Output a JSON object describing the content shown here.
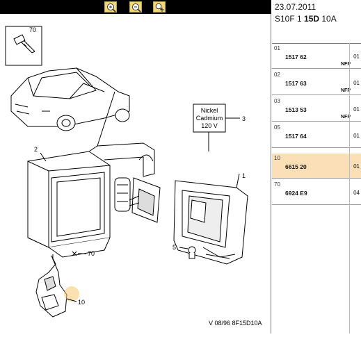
{
  "toolbar": {
    "buttons": [
      {
        "name": "zoom-in-button",
        "icon": "zoom-in-icon"
      },
      {
        "name": "zoom-out-button",
        "icon": "zoom-out-icon"
      },
      {
        "name": "pan-zoom-button",
        "icon": "pan-icon"
      }
    ]
  },
  "header": {
    "date": "23.07.2011",
    "code_prefix": "S10F  1 ",
    "code_bold": "15D",
    "code_suffix": " 10A"
  },
  "diagram": {
    "callouts": {
      "c70a": "70",
      "c1": "1",
      "c2": "2",
      "c3": "3",
      "c5": "5",
      "c70b": "70",
      "c10": "10"
    },
    "battery_label": [
      "Nickel",
      "Cadmium",
      "120 V"
    ],
    "footer": "V 08/96  8F15D10A"
  },
  "parts": [
    {
      "num": "01",
      "ref": "1517 62",
      "nfp": "NFP",
      "qty": "01"
    },
    {
      "num": "02",
      "ref": "1517 63",
      "nfp": "NFP",
      "qty": "01"
    },
    {
      "num": "03",
      "ref": "1513 53",
      "nfp": "NFP",
      "qty": "01"
    },
    {
      "num": "05",
      "ref": "1517 64",
      "nfp": "",
      "qty": "01"
    },
    {
      "num": "10",
      "ref": "6615 20",
      "nfp": "",
      "qty": "01",
      "selected": true
    },
    {
      "num": "70",
      "ref": "6924 E9",
      "nfp": "",
      "qty": "04"
    }
  ],
  "colors": {
    "selected_row": "#fbe0b7",
    "toolbar": "#000000",
    "button": "#f0d77a"
  }
}
